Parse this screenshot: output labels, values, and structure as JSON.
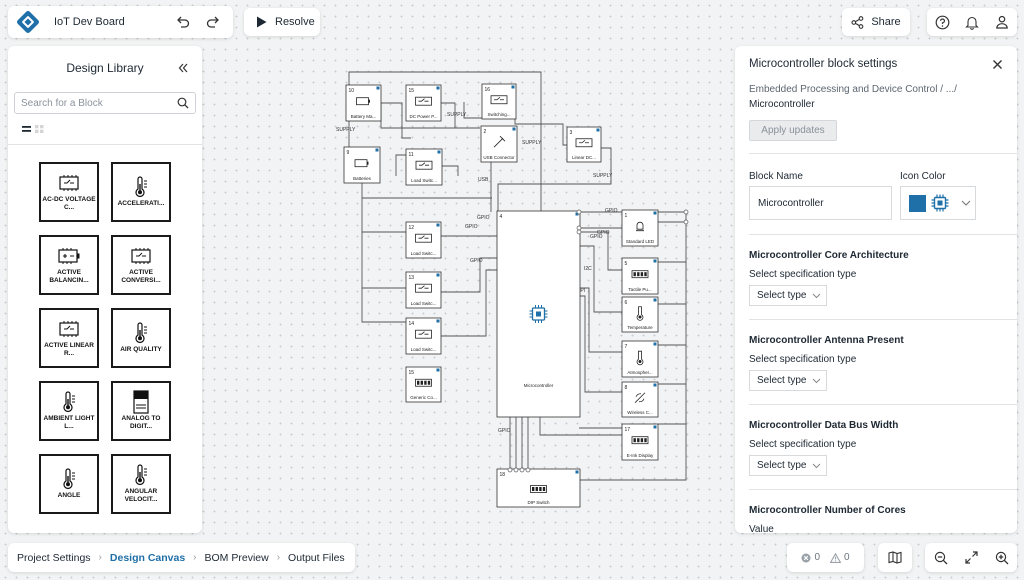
{
  "app": {
    "title": "IoT Dev Board"
  },
  "toolbar": {
    "resolve_label": "Resolve",
    "share_label": "Share"
  },
  "library": {
    "title": "Design Library",
    "search_placeholder": "Search for a Block",
    "blocks": [
      {
        "label": "AC-DC VOLTAGE C...",
        "icon": "chip-icon"
      },
      {
        "label": "ACCELERATI...",
        "icon": "thermometer-icon"
      },
      {
        "label": "ACTIVE BALANCIN...",
        "icon": "battery-chip-icon"
      },
      {
        "label": "ACTIVE CONVERSI...",
        "icon": "chip-icon"
      },
      {
        "label": "ACTIVE LINEAR R...",
        "icon": "chip-icon"
      },
      {
        "label": "AIR QUALITY",
        "icon": "thermometer-icon"
      },
      {
        "label": "AMBIENT LIGHT L...",
        "icon": "thermometer-icon"
      },
      {
        "label": "ANALOG TO DIGIT...",
        "icon": "adc-icon"
      },
      {
        "label": "ANGLE",
        "icon": "thermometer-icon"
      },
      {
        "label": "ANGULAR VELOCIT...",
        "icon": "thermometer-icon"
      }
    ]
  },
  "settings": {
    "title": "Microcontroller block settings",
    "breadcrumb_path": "Embedded Processing and Device Control / .../",
    "breadcrumb_current": "Microcontroller",
    "apply_label": "Apply updates",
    "block_name_label": "Block Name",
    "block_name_value": "Microcontroller",
    "icon_color_label": "Icon Color",
    "icon_color": "#1f6fa8",
    "sections": [
      {
        "title": "Microcontroller Core Architecture",
        "sub": "Select specification type",
        "select": "Select type"
      },
      {
        "title": "Microcontroller Antenna Present",
        "sub": "Select specification type",
        "select": "Select type"
      },
      {
        "title": "Microcontroller Data Bus Width",
        "sub": "Select specification type",
        "select": "Select type"
      },
      {
        "title": "Microcontroller Number of Cores",
        "sub": "Value",
        "select": ""
      }
    ]
  },
  "bottom": {
    "tabs": [
      "Project Settings",
      "Design Canvas",
      "BOM Preview",
      "Output Files"
    ],
    "active_tab": "Design Canvas",
    "error_count": "0",
    "warning_count": "0"
  },
  "canvas": {
    "nodes": [
      {
        "num": "10",
        "label": "Battery Ma..."
      },
      {
        "num": "15",
        "label": "DC Power P..."
      },
      {
        "num": "16",
        "label": "Switching..."
      },
      {
        "num": "2",
        "label": "USB Connector"
      },
      {
        "num": "3",
        "label": "Linear DC..."
      },
      {
        "num": "9",
        "label": "Batteries"
      },
      {
        "num": "11",
        "label": "Load Switc..."
      },
      {
        "num": "12",
        "label": "Load Switc..."
      },
      {
        "num": "13",
        "label": "Load Switc..."
      },
      {
        "num": "14",
        "label": "Load Switc..."
      },
      {
        "num": "15",
        "label": "Generic Co..."
      },
      {
        "num": "4",
        "label": "Microcontroller"
      },
      {
        "num": "1",
        "label": "Standard LED"
      },
      {
        "num": "5",
        "label": "Tactile Pu..."
      },
      {
        "num": "6",
        "label": "Temperature"
      },
      {
        "num": "7",
        "label": "Atmospher..."
      },
      {
        "num": "8",
        "label": "Wireless C..."
      },
      {
        "num": "17",
        "label": "E-Ink Display"
      },
      {
        "num": "18",
        "label": "DIP Switch"
      }
    ],
    "wire_labels": [
      "SUPPLY",
      "SUPPLY",
      "SUPPLY",
      "SUPPLY",
      "USB",
      "GPIO",
      "GPIO",
      "GPIO",
      "GPIO",
      "GPIO",
      "GPIO",
      "I2C",
      "SPI",
      "GPIO"
    ]
  }
}
